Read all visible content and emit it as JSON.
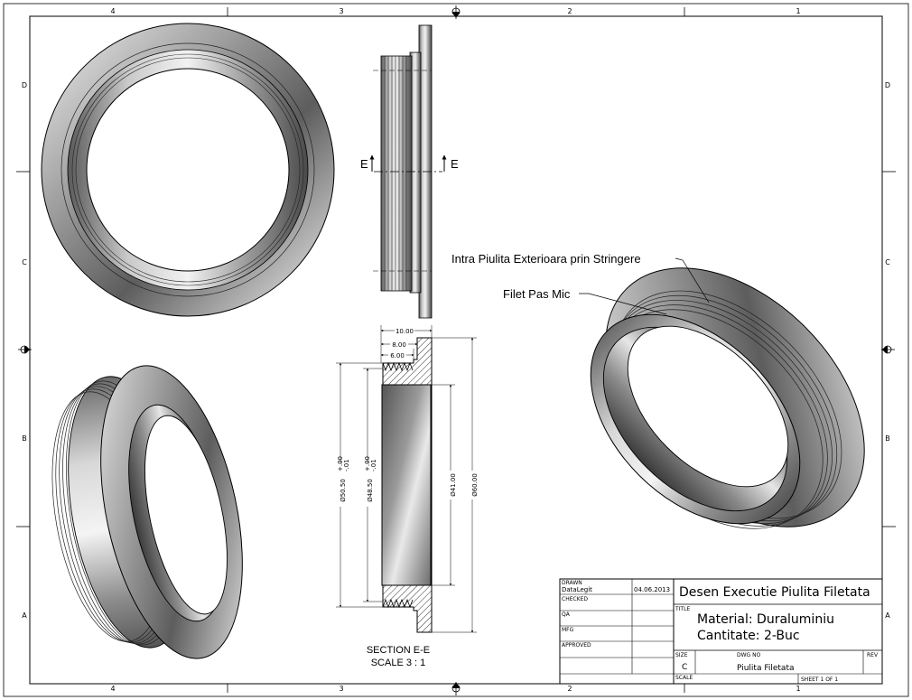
{
  "zones": {
    "columns": [
      "4",
      "3",
      "2",
      "1"
    ],
    "rows": [
      "D",
      "C",
      "B",
      "A"
    ]
  },
  "annotations": {
    "section_marker_left": "E",
    "section_marker_right": "E",
    "callout_1": "Intra Piulita Exterioara prin Stringere",
    "callout_2": "Filet Pas Mic"
  },
  "section_view": {
    "title": "SECTION E-E",
    "scale": "SCALE 3 : 1",
    "dims": {
      "d10": "10.00",
      "d8": "8.00",
      "d6": "6.00",
      "dia_50_50": "Ø50.50",
      "tol_50_50_up": "+.00",
      "tol_50_50_low": "-.01",
      "dia_48_50": "Ø48.50",
      "tol_48_50_up": "+.00",
      "tol_48_50_low": "-.01",
      "dia_41": "Ø41.00",
      "dia_60": "Ø60.00"
    }
  },
  "title_block": {
    "drawn_label": "DRAWN",
    "drawn_by": "DataLegit",
    "drawn_date": "04.06.2013",
    "checked_label": "CHECKED",
    "qa_label": "QA",
    "mfg_label": "MFG",
    "approved_label": "APPROVED",
    "title_label": "TITLE",
    "drawing_title": "Desen Executie Piulita Filetata",
    "material": "Material: Duraluminiu",
    "quantity": "Cantitate: 2-Buc",
    "size_label": "SIZE",
    "size_value": "C",
    "dwg_no_label": "DWG NO",
    "dwg_no_value": "Piulita Filetata",
    "rev_label": "REV",
    "scale_label": "SCALE",
    "sheet": "SHEET 1  OF 1"
  }
}
